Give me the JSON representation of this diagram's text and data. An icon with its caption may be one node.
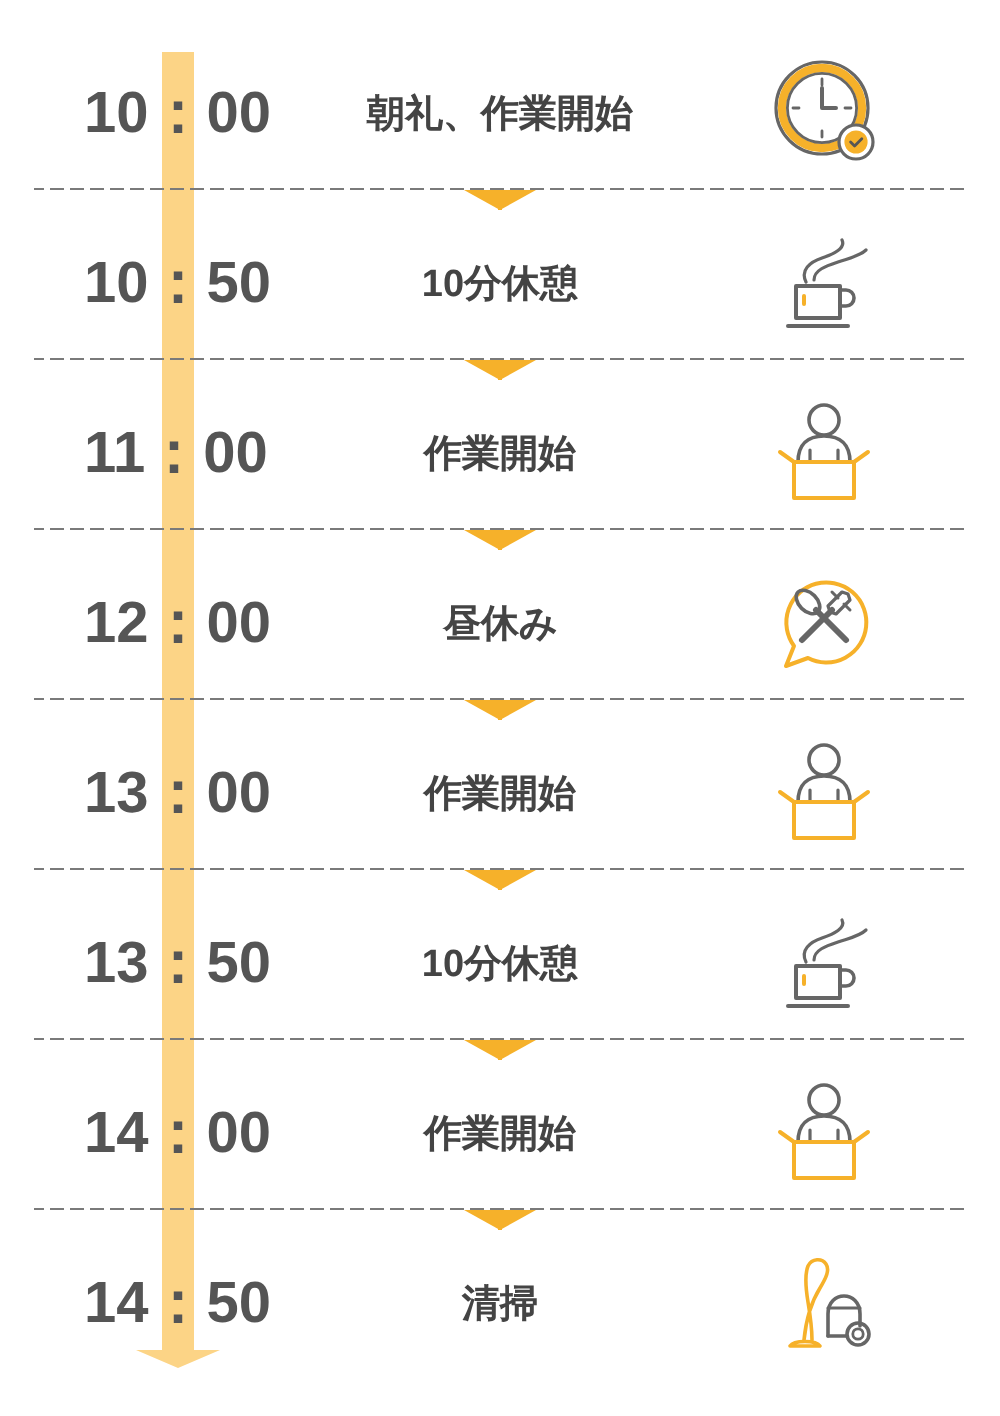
{
  "diagram": {
    "nodes": [
      {
        "text": [
          "10：00",
          "朝礼、作業開始"
        ]
      },
      {
        "text": [
          "10：50",
          "10分休憩"
        ]
      },
      {
        "text": [
          "11：00",
          "作業開始"
        ]
      },
      {
        "text": [
          "12：00",
          "昼休み"
        ]
      },
      {
        "text": [
          "13：00",
          "作業開始"
        ]
      },
      {
        "text": [
          "13：50",
          "10分休憩"
        ]
      },
      {
        "text": [
          "14：00",
          "作業開始"
        ]
      },
      {
        "text": [
          "14：50",
          "清掃"
        ]
      }
    ],
    "edges": [
      {
        "from": 0,
        "to": 1,
        "arrow": "to"
      },
      {
        "from": 1,
        "to": 2,
        "arrow": "to"
      },
      {
        "from": 2,
        "to": 3,
        "arrow": "to"
      },
      {
        "from": 3,
        "to": 4,
        "arrow": "to"
      },
      {
        "from": 4,
        "to": 5,
        "arrow": "to"
      },
      {
        "from": 5,
        "to": 6,
        "arrow": "to"
      },
      {
        "from": 6,
        "to": 7,
        "arrow": "to"
      }
    ]
  }
}
